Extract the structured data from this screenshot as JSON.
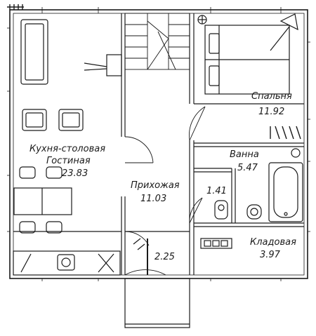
{
  "rooms": {
    "kitchen": {
      "name_line1": "Кухня-столовая",
      "name_line2": "Гостиная",
      "area": "23.83"
    },
    "hall": {
      "name": "Прихожая",
      "area": "11.03"
    },
    "bedroom": {
      "name": "Спальня",
      "area": "11.92"
    },
    "bath": {
      "name": "Ванна",
      "area": "5.47"
    },
    "wc": {
      "area": "1.41"
    },
    "storage": {
      "name": "Кладовая",
      "area": "3.97"
    },
    "porch": {
      "area": "2.25"
    }
  },
  "colors": {
    "line": "#1a1a1a",
    "background": "#ffffff"
  }
}
